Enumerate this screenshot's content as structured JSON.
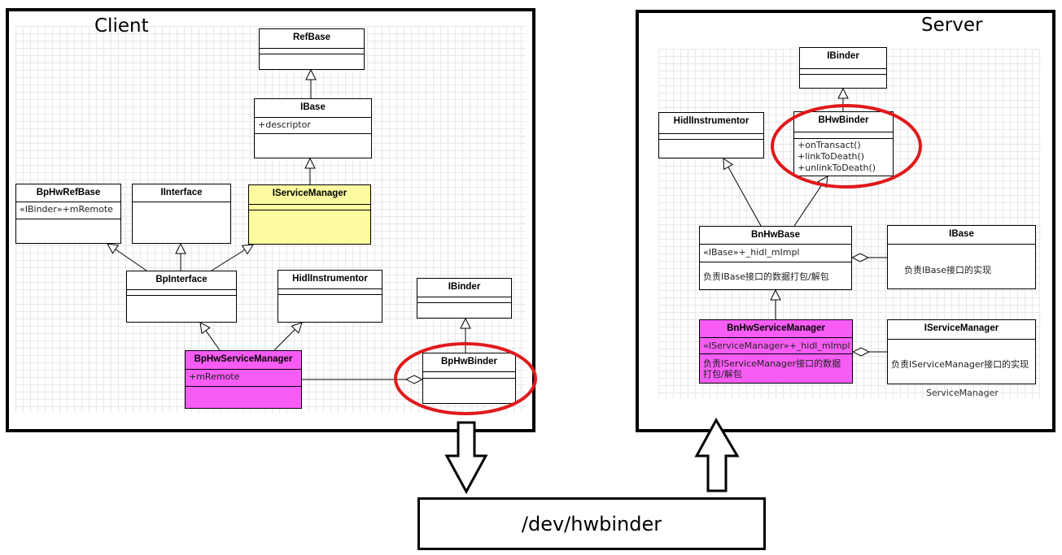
{
  "client": {
    "title": "Client",
    "classes": {
      "refbase": {
        "name": "RefBase"
      },
      "ibase": {
        "name": "IBase",
        "attr": "+descriptor"
      },
      "bphwrefbase": {
        "name": "BpHwRefBase",
        "attr": "«IBinder»+mRemote"
      },
      "iinterface": {
        "name": "IInterface"
      },
      "iservicemanager": {
        "name": "IServiceManager"
      },
      "bpinterface": {
        "name": "BpInterface"
      },
      "hidlinstrumentor": {
        "name": "HidlInstrumentor"
      },
      "ibinder": {
        "name": "IBinder"
      },
      "bphwservicemanager": {
        "name": "BpHwServiceManager",
        "attr": "+mRemote"
      },
      "bphwbinder": {
        "name": "BpHwBinder"
      }
    }
  },
  "server": {
    "title": "Server",
    "classes": {
      "ibinder": {
        "name": "IBinder"
      },
      "hidlinstrumentor": {
        "name": "HidlInstrumentor"
      },
      "bhwbinder": {
        "name": "BHwBinder",
        "ops": [
          "+onTransact()",
          "+linkToDeath()",
          "+unlinkToDeath()"
        ]
      },
      "bnhwbase": {
        "name": "BnHwBase",
        "attr": "«IBase»+_hidl_mImpl",
        "note": "负责IBase接口的数据打包/解包"
      },
      "ibase": {
        "name": "IBase",
        "note": "负责IBase接口的实现"
      },
      "bnhwservicemanager": {
        "name": "BnHwServiceManager",
        "attr": "«IServiceManager»+_hidl_mImpl",
        "note": "负责IServiceManager接口的数据打包/解包"
      },
      "iservicemanager": {
        "name": "IServiceManager",
        "note": "负责IServiceManager接口的实现"
      }
    },
    "footer_label": "ServiceManager"
  },
  "device": {
    "label": "/dev/hwbinder"
  },
  "colors": {
    "highlight_ring": "#e0191b",
    "yellow_class": "#fdfb9f",
    "pink_class": "#f75cf5"
  }
}
